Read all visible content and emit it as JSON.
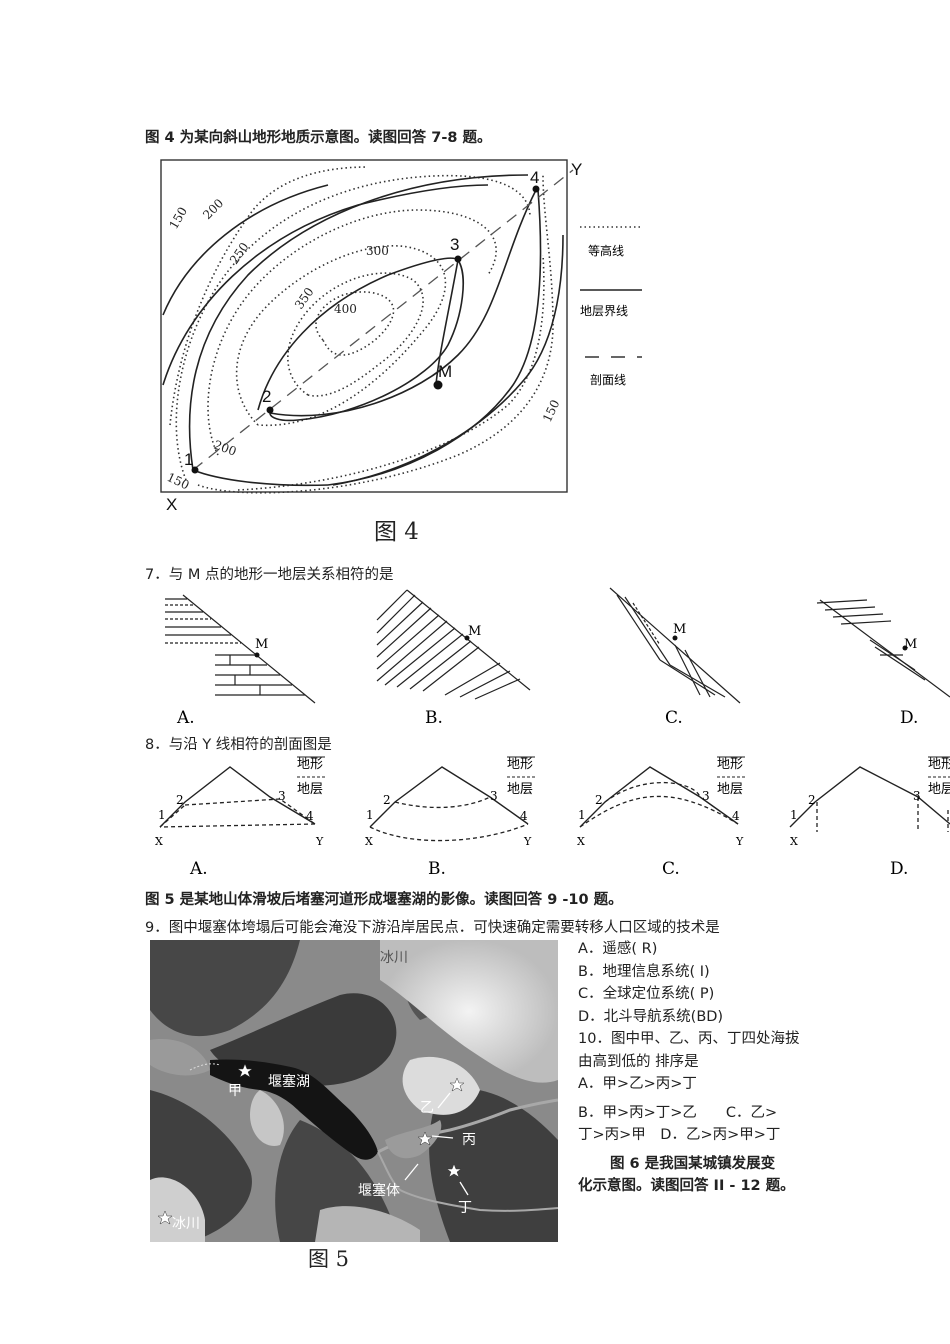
{
  "intro4": "图 4 为某向斜山地形地质示意图。读图回答 7-8 题。",
  "fig4": {
    "caption": "图 4",
    "corner_y": "Y",
    "corner_x": "X",
    "contours": [
      "150",
      "200",
      "250",
      "300",
      "350",
      "400",
      "200",
      "150",
      "150"
    ],
    "points": [
      "1",
      "2",
      "3",
      "4",
      "M"
    ],
    "legend": [
      "等高线",
      "地层界线",
      "剖面线"
    ]
  },
  "q7": {
    "stem": "7．与 M 点的地形一地层关系相符的是",
    "point_label": "M",
    "options": [
      "A.",
      "B.",
      "C.",
      "D."
    ]
  },
  "q8": {
    "stem": "8．与沿 Y 线相符的剖面图是",
    "legend_top": "地形",
    "legend_bottom": "地层",
    "labels": [
      "1",
      "2",
      "3",
      "4",
      "X",
      "Y"
    ],
    "options": [
      "A.",
      "B.",
      "C.",
      "D."
    ]
  },
  "intro5": "图 5 是某地山体滑坡后堵塞河道形成堰塞湖的影像。读图回答 9 -10 题。",
  "q9": {
    "stem": "9．图中堰塞体垮塌后可能会淹没下游沿岸居民点．可快速确定需要转移人口区域的技术是",
    "options": [
      "A．遥感( R)",
      "B．地理信息系统( I)",
      "C．全球定位系统( P)",
      "D．北斗导航系统(BD)"
    ]
  },
  "q10": {
    "stem_line1": "10．图中甲、乙、丙、丁四处海拔",
    "stem_line2": "由高到低的 排序是",
    "opt_a": "A．甲>乙>丙>丁",
    "opt_line1": "B．甲>丙>丁>乙　　C．乙>",
    "opt_line2": "丁>丙>甲　D．乙>丙>甲>丁"
  },
  "intro6_line1": "图 6 是我国某城镇发展变",
  "intro6_line2": "化示意图。读图回答 II - 12 题。",
  "fig5": {
    "caption": "图 5",
    "labels": [
      "冰川",
      "堰塞湖",
      "甲",
      "乙",
      "丙",
      "堰塞体",
      "丁",
      "冰川"
    ]
  }
}
